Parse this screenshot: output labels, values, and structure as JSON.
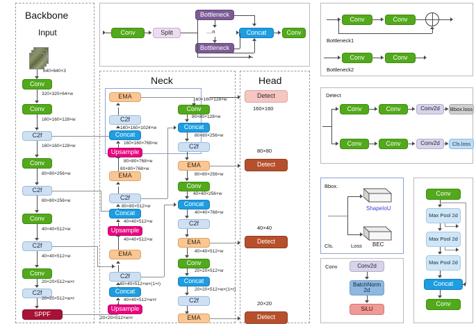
{
  "sections": {
    "backbone_title": "Backbone",
    "input_label": "Input",
    "neck_title": "Neck",
    "head_title": "Head"
  },
  "backbone": {
    "nodes": [
      {
        "label": "Conv"
      },
      {
        "label": "Conv"
      },
      {
        "label": "C2f"
      },
      {
        "label": "Conv"
      },
      {
        "label": "C2f"
      },
      {
        "label": "Conv"
      },
      {
        "label": "C2f"
      },
      {
        "label": "Conv"
      },
      {
        "label": "C2f"
      },
      {
        "label": "SPPF"
      }
    ],
    "dims": [
      "640×640×3",
      "320×320×64×w",
      "160×160×128×w",
      "160×160×128×w",
      "80×80×256×w",
      "80×80×256×w",
      "40×40×512×w",
      "40×40×512×w",
      "20×20×512×w×r",
      "20×20×512×w×r",
      "20×20×512×w×r"
    ]
  },
  "neck": {
    "left_column": [
      {
        "label": "EMA"
      },
      {
        "label": "C2f"
      },
      {
        "label": "Concat"
      },
      {
        "label": "Upsample"
      },
      {
        "label": "EMA"
      },
      {
        "label": "C2f"
      },
      {
        "label": "Concat"
      },
      {
        "label": "Upsample"
      },
      {
        "label": "EMA"
      },
      {
        "label": "C2f"
      },
      {
        "label": "Concat"
      },
      {
        "label": "Upsample"
      }
    ],
    "right_column": [
      {
        "label": "Conv"
      },
      {
        "label": "Concat"
      },
      {
        "label": "C2f"
      },
      {
        "label": "EMA"
      },
      {
        "label": "Conv"
      },
      {
        "label": "Concat"
      },
      {
        "label": "C2f"
      },
      {
        "label": "EMA"
      },
      {
        "label": "Conv"
      },
      {
        "label": "Concat"
      },
      {
        "label": "C2f"
      },
      {
        "label": "EMA"
      }
    ],
    "dims_left": [
      "160×160×1024×w",
      "160×160×768×w",
      "80×80×768×w",
      "80×80×768×w",
      "80×80×512×w",
      "40×40×512×w",
      "40×40×512×w×(1+r)",
      "40×40×512×w×r",
      "20×20×512×w×r"
    ],
    "dims_right": [
      "160×160×128×w",
      "80×80×128×w",
      "80×80×256×w",
      "80×80×256×w",
      "40×40×256×w",
      "40×40×768×w",
      "40×40×512×w",
      "20×20×512×w",
      "20×20×512×w×(1+r)"
    ]
  },
  "head": {
    "detects": [
      {
        "label": "Detect",
        "scale": "160×160"
      },
      {
        "label": "Detect",
        "scale": "80×80"
      },
      {
        "label": "Detect",
        "scale": "40×40"
      },
      {
        "label": "Detect",
        "scale": "20×20"
      }
    ]
  },
  "c2f_module": {
    "conv_in": "Conv",
    "split": "Split",
    "bottleneck_top": "Bottleneck",
    "bottleneck_bottom": "Bottleneck",
    "ellipsis": "....n",
    "concat": "Concat",
    "conv_out": "Conv"
  },
  "bottleneck_module": {
    "title1": "Bottleneck1",
    "title2": "Bottleneck2",
    "b1_conv1": "Conv",
    "b1_conv2": "Conv",
    "b2_conv1": "Conv",
    "b2_conv2": "Conv",
    "add_symbol": "+"
  },
  "detect_module": {
    "title": "Detect",
    "row1": [
      "Conv",
      "Conv",
      "Conv2d",
      "Bbox.loss"
    ],
    "row2": [
      "Conv",
      "Conv",
      "Conv2d",
      "Cls.loss"
    ]
  },
  "loss_module": {
    "bbox_label": "Bbox.",
    "cls_label": "Cls.",
    "loss_label": "Loss",
    "shapeiou": "ShapeIoU",
    "bec": "BEC"
  },
  "conv_module": {
    "title": "Conv",
    "conv2d": "Conv2d",
    "batchnorm": "BatchNorm 2d",
    "silu": "SiLU"
  },
  "sppf_module": {
    "conv_in": "Conv",
    "maxpool1": "Max Pool 2d",
    "maxpool2": "Max Pool 2d",
    "maxpool3": "Max Pool 2d",
    "concat": "Concat",
    "conv_out": "Conv"
  },
  "colors": {
    "conv": "#52a91b",
    "c2f": "#cfe0f3",
    "concat": "#1e9de0",
    "ema": "#fbc691",
    "upsample": "#e8077f",
    "sppf": "#a81236",
    "detect": "#b6502c",
    "detect_light": "#f5c6c2",
    "bottleneck": "#7c5b96",
    "shapeiou_text": "#3b3bdd"
  }
}
